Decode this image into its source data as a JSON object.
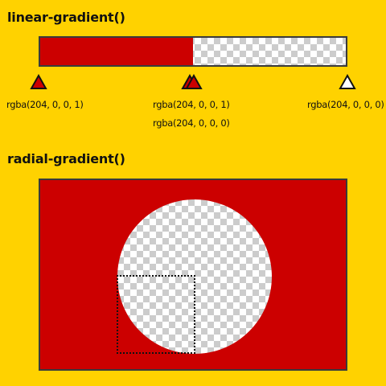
{
  "linear": {
    "title": "linear-gradient()",
    "fill_color": "#CC0000",
    "fill_fraction": 0.5,
    "stops": [
      {
        "label": "rgba(204, 0, 0, 1)",
        "color": "#CC0000"
      },
      {
        "label_1": "rgba(204, 0, 0, 1)",
        "label_2": "rgba(204, 0, 0, 0)",
        "color": "#CC0000"
      },
      {
        "label": "rgba(204, 0, 0, 0)",
        "color": "#FFFFFF"
      }
    ]
  },
  "radial": {
    "title": "radial-gradient()",
    "fill_color": "#CC0000"
  },
  "colors": {
    "background": "#FFD200",
    "border": "#3a3a3a",
    "checker_light": "#FFFFFF",
    "checker_dark": "#CCCCCC"
  }
}
